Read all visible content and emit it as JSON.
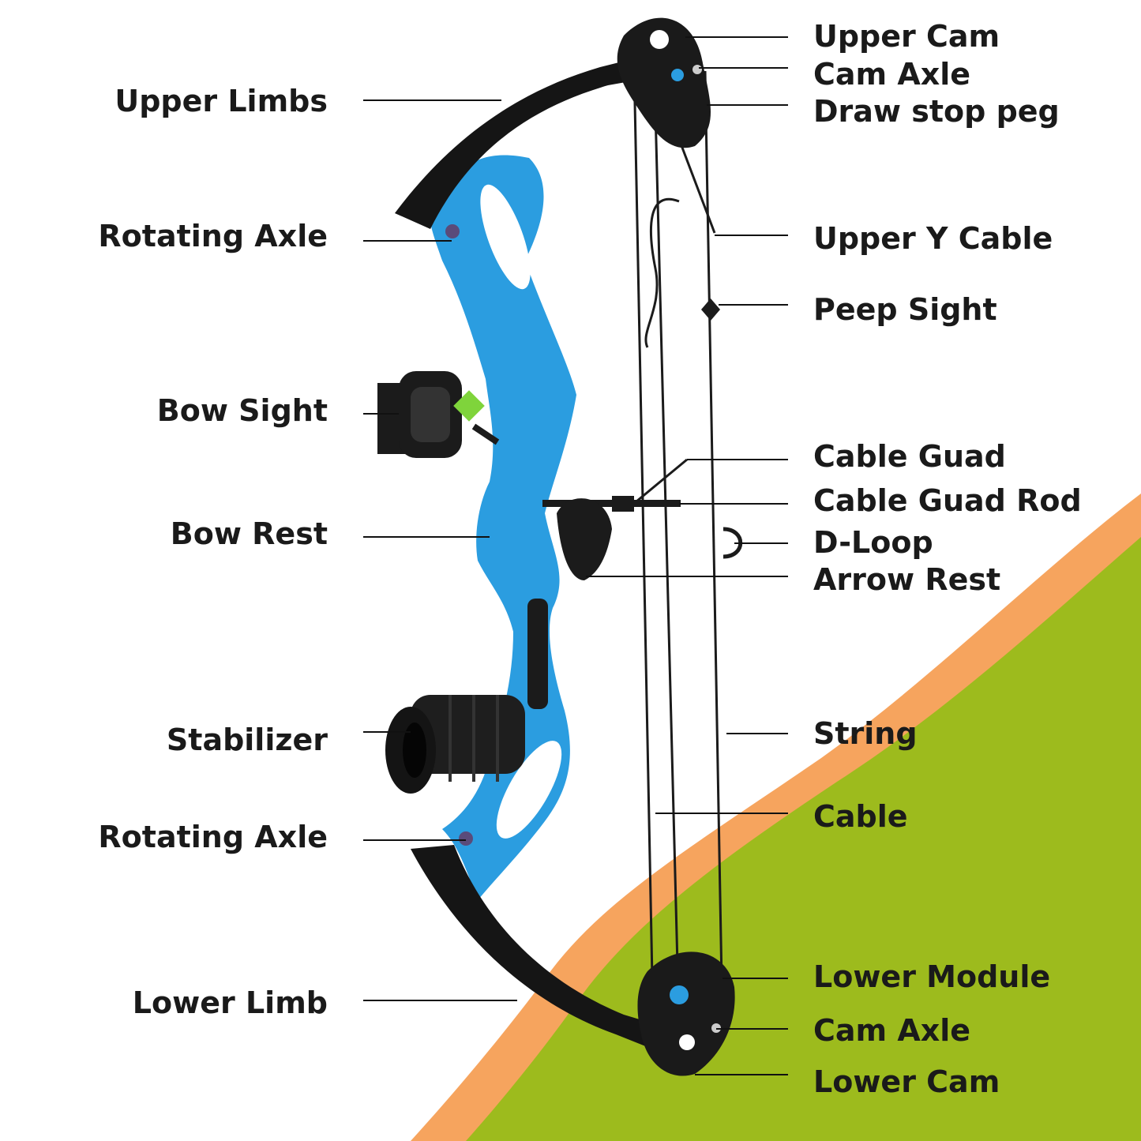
{
  "colors": {
    "background": "#ffffff",
    "wave_orange": "#f6a45e",
    "wave_green": "#9dbb1d",
    "riser_blue": "#2b9de0",
    "riser_blue_dark": "#1a7cbf",
    "limb_black": "#151515",
    "accent_green": "#7fd43b",
    "label_text": "#1a1a1a",
    "leader_line": "#111111"
  },
  "icons": {
    "bow": "compound-bow-illustration",
    "stabilizer": "stabilizer-icon",
    "sight": "bow-sight-icon",
    "cam": "cam-wheel-icon"
  },
  "labels": {
    "left": [
      {
        "id": "upper-limbs",
        "text": "Upper Limbs"
      },
      {
        "id": "rotating-axle-top",
        "text": "Rotating Axle"
      },
      {
        "id": "bow-sight",
        "text": "Bow Sight"
      },
      {
        "id": "bow-rest",
        "text": "Bow Rest"
      },
      {
        "id": "stabilizer",
        "text": "Stabilizer"
      },
      {
        "id": "rotating-axle-bottom",
        "text": "Rotating Axle"
      },
      {
        "id": "lower-limb",
        "text": "Lower Limb"
      }
    ],
    "right": [
      {
        "id": "upper-cam",
        "text": "Upper Cam"
      },
      {
        "id": "cam-axle-top",
        "text": "Cam Axle"
      },
      {
        "id": "draw-stop-peg",
        "text": "Draw stop peg"
      },
      {
        "id": "upper-y-cable",
        "text": "Upper Y Cable"
      },
      {
        "id": "peep-sight",
        "text": "Peep Sight"
      },
      {
        "id": "cable-guad",
        "text": "Cable Guad"
      },
      {
        "id": "cable-guad-rod",
        "text": "Cable Guad Rod"
      },
      {
        "id": "d-loop",
        "text": "D-Loop"
      },
      {
        "id": "arrow-rest",
        "text": "Arrow Rest"
      },
      {
        "id": "string",
        "text": "String"
      },
      {
        "id": "cable",
        "text": "Cable"
      },
      {
        "id": "lower-module",
        "text": "Lower Module"
      },
      {
        "id": "cam-axle-bottom",
        "text": "Cam Axle"
      },
      {
        "id": "lower-cam",
        "text": "Lower Cam"
      }
    ]
  }
}
